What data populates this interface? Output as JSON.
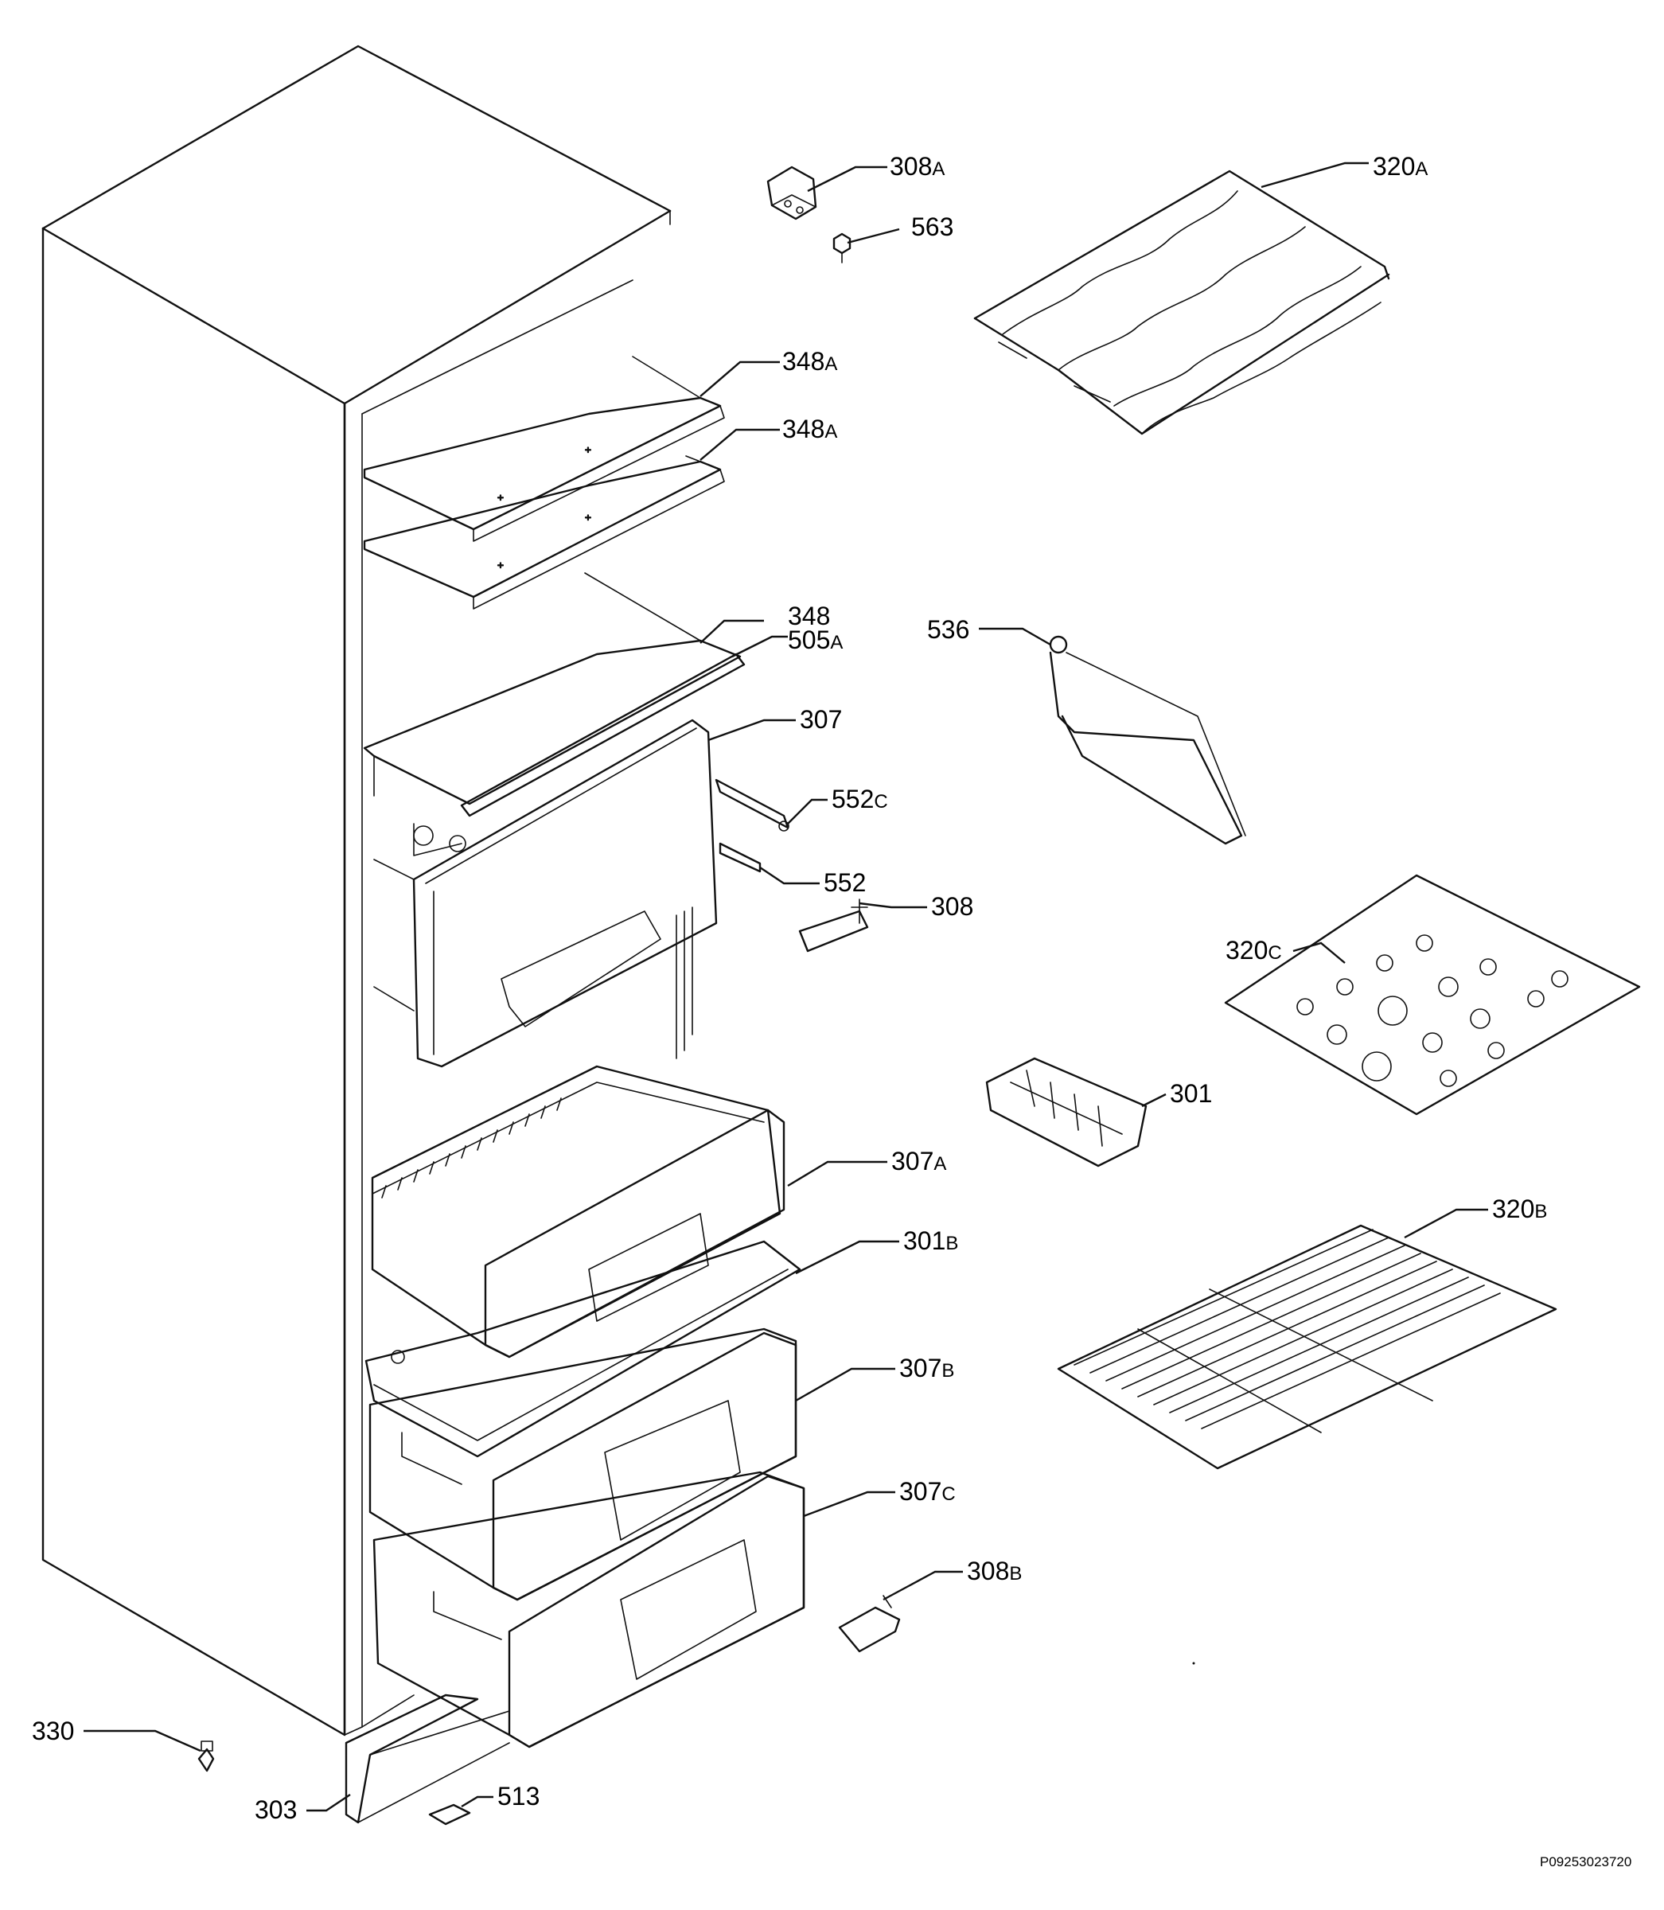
{
  "callouts": [
    {
      "id": "308A",
      "number": "308",
      "suffix": "A"
    },
    {
      "id": "563",
      "number": "563",
      "suffix": ""
    },
    {
      "id": "320A",
      "number": "320",
      "suffix": "A"
    },
    {
      "id": "348A_1",
      "number": "348",
      "suffix": "A"
    },
    {
      "id": "348A_2",
      "number": "348",
      "suffix": "A"
    },
    {
      "id": "348",
      "number": "348",
      "suffix": ""
    },
    {
      "id": "505A",
      "number": "505",
      "suffix": "A"
    },
    {
      "id": "536",
      "number": "536",
      "suffix": ""
    },
    {
      "id": "307",
      "number": "307",
      "suffix": ""
    },
    {
      "id": "552C",
      "number": "552",
      "suffix": "C"
    },
    {
      "id": "552",
      "number": "552",
      "suffix": ""
    },
    {
      "id": "308",
      "number": "308",
      "suffix": ""
    },
    {
      "id": "320C",
      "number": "320",
      "suffix": "C"
    },
    {
      "id": "301",
      "number": "301",
      "suffix": ""
    },
    {
      "id": "307A",
      "number": "307",
      "suffix": "A"
    },
    {
      "id": "320B",
      "number": "320",
      "suffix": "B"
    },
    {
      "id": "301B",
      "number": "301",
      "suffix": "B"
    },
    {
      "id": "307B",
      "number": "307",
      "suffix": "B"
    },
    {
      "id": "307C",
      "number": "307",
      "suffix": "C"
    },
    {
      "id": "308B",
      "number": "308",
      "suffix": "B"
    },
    {
      "id": "330",
      "number": "330",
      "suffix": ""
    },
    {
      "id": "513",
      "number": "513",
      "suffix": ""
    },
    {
      "id": "303",
      "number": "303",
      "suffix": ""
    }
  ],
  "reference_code": "P09253023720"
}
